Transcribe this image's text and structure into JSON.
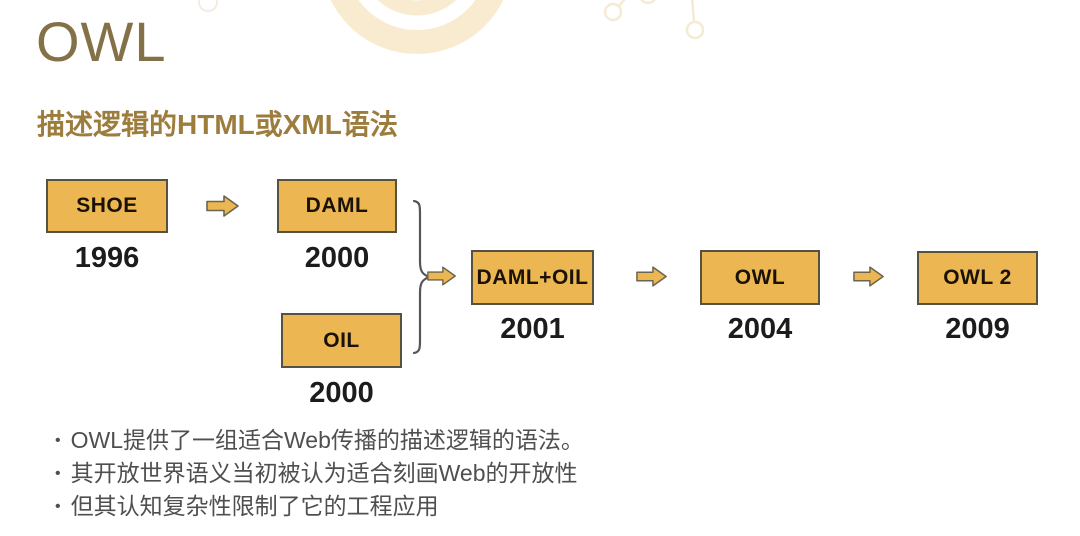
{
  "slide": {
    "title": "OWL",
    "subtitle": "描述逻辑的HTML或XML语法"
  },
  "timeline": {
    "nodes": [
      {
        "label": "SHOE",
        "year": "1996"
      },
      {
        "label": "DAML",
        "year": "2000"
      },
      {
        "label": "OIL",
        "year": "2000"
      },
      {
        "label": "DAML+OIL",
        "year": "2001"
      },
      {
        "label": "OWL",
        "year": "2004"
      },
      {
        "label": "OWL 2",
        "year": "2009"
      }
    ]
  },
  "bullets": [
    "OWL提供了一组适合Web传播的描述逻辑的语法。",
    "其开放世界语义当初被认为适合刻画Web的开放性",
    "但其认知复杂性限制了它的工程应用"
  ],
  "colors": {
    "box_fill": "#ecb753",
    "box_border": "#57523f",
    "arrow_fill": "#ecb753",
    "arrow_outline": "#6a6450",
    "title_text": "#847147",
    "subtitle_text": "#9d7d3e",
    "year_text": "#1c1c1c",
    "bullet_text": "#4f4f4f",
    "decoration": "#f8ebd0"
  }
}
